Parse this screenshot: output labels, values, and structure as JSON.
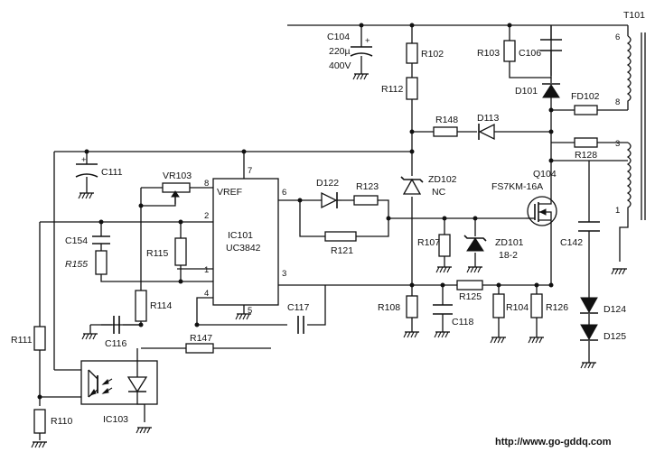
{
  "labels": {
    "t101": "T101",
    "c104": "C104",
    "c104_val": "220µ",
    "c104_v": "400V",
    "c104_plus": "+",
    "r102": "R102",
    "r103": "R103",
    "c106": "C106",
    "r112": "R112",
    "d101": "D101",
    "fd102": "FD102",
    "r148": "R148",
    "d113": "D113",
    "r128": "R128",
    "c111": "C111",
    "c111_plus": "+",
    "vr103": "VR103",
    "vref": "VREF",
    "pin8": "8",
    "pin7": "7",
    "pin6": "6",
    "pin2": "2",
    "pin1": "1",
    "pin4": "4",
    "pin5": "5",
    "pin3": "3",
    "d122": "D122",
    "r123": "R123",
    "zd102": "ZD102",
    "zd102_nc": "NC",
    "q104": "Q104",
    "q104_part": "FS7KM-16A",
    "ic101": "IC101",
    "ic101_part": "UC3842",
    "r121": "R121",
    "c154": "C154",
    "r155": "R155",
    "r115": "R115",
    "r107": "R107",
    "zd101": "ZD101",
    "zd101_val": "18-2",
    "c142": "C142",
    "r114": "R114",
    "c117": "C117",
    "r125": "R125",
    "r108": "R108",
    "c118": "C118",
    "r104": "R104",
    "r126": "R126",
    "d124": "D124",
    "d125": "D125",
    "r111": "R111",
    "c116": "C116",
    "r147": "R147",
    "r110": "R110",
    "ic103": "IC103",
    "wind6": "6",
    "wind8": "8",
    "wind3": "3",
    "wind1": "1"
  },
  "watermark": "http://www.go-gddq.com"
}
